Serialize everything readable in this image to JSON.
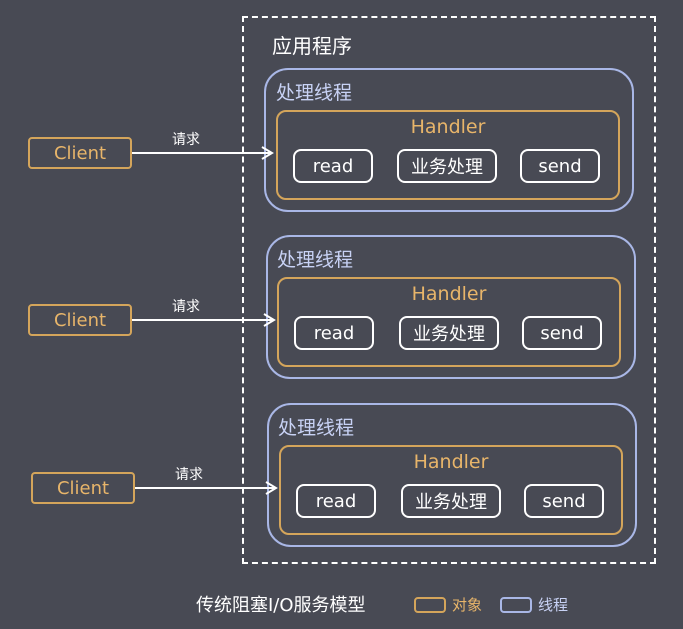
{
  "diagram": {
    "app_title": "应用程序",
    "threads": [
      {
        "title": "处理线程",
        "handler": "Handler",
        "ops": [
          "read",
          "业务处理",
          "send"
        ],
        "client": "Client",
        "request": "请求"
      },
      {
        "title": "处理线程",
        "handler": "Handler",
        "ops": [
          "read",
          "业务处理",
          "send"
        ],
        "client": "Client",
        "request": "请求"
      },
      {
        "title": "处理线程",
        "handler": "Handler",
        "ops": [
          "read",
          "业务处理",
          "send"
        ],
        "client": "Client",
        "request": "请求"
      }
    ],
    "caption": "传统阻塞I/O服务模型",
    "legend": {
      "object_label": "对象",
      "thread_label": "线程"
    },
    "colors": {
      "background": "#484a54",
      "object_border": "#d4a55b",
      "thread_border": "#a9b7e6",
      "op_border": "#ffffff"
    }
  }
}
